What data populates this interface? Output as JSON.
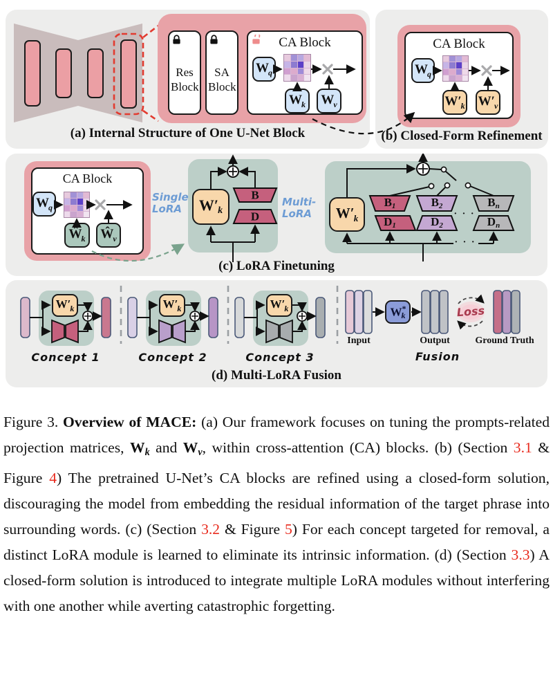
{
  "colors": {
    "panel_bg": "#ededec",
    "rose_container": "#e8a2a7",
    "pink_bar": "#eb9fa4",
    "unet_body": "#c9bcbc",
    "red_dashed": "#e23b30",
    "blue_box": "#d3e5f8",
    "orange_box": "#f8d7ab",
    "teal_box": "#abc8bc",
    "sage_panel": "#bccfc8",
    "periwinkle_box": "#8b9cd8",
    "trap_rose": "#c5607d",
    "trap_purple": "#c4a8d2",
    "trap_gray": "#b7b7b9",
    "lora_blue_text": "#6d9cd4",
    "loss_red": "#a93a4e",
    "loss_blob": "#f6ccd4",
    "citation_red": "#e8291c",
    "multiply_gray": "#a9a9ab",
    "green_dashed": "#7aa38d",
    "separator_gray": "#9b9fa3",
    "lock_closed": "#111111",
    "lock_open": "#ee8c8c"
  },
  "grid_palette": [
    "#e7cade",
    "#a191d6",
    "#b7a8e0",
    "#e2bad4",
    "#c6b4e6",
    "#8d7bd0",
    "#5b40c8",
    "#e9d5e7",
    "#d09fd0",
    "#dcabcd",
    "#9f8bd8",
    "#eedae9",
    "#eddaeb",
    "#caa4cd",
    "#d9afd3",
    "#f1e4f0"
  ],
  "labels": {
    "w_q": {
      "main": "W",
      "sub": "q"
    },
    "w_k": {
      "main": "W",
      "sub": "k"
    },
    "w_v": {
      "main": "W",
      "sub": "v"
    },
    "w_k_prime": {
      "main": "W′",
      "sub": "k"
    },
    "w_v_prime": {
      "main": "W′",
      "sub": "v"
    },
    "w_k_hat": {
      "main": "Ŵ",
      "sub": "k"
    },
    "w_v_hat": {
      "main": "Ŵ",
      "sub": "v"
    },
    "w_k_star": {
      "main": "W",
      "sup": "*",
      "sub": "k"
    },
    "b": "B",
    "d": "D",
    "b1": {
      "main": "B",
      "sub": "1"
    },
    "d1": {
      "main": "D",
      "sub": "1"
    },
    "b2": {
      "main": "B",
      "sub": "2"
    },
    "d2": {
      "main": "D",
      "sub": "2"
    },
    "bn": {
      "main": "B",
      "sub": "n"
    },
    "dn": {
      "main": "D",
      "sub": "n"
    },
    "dots": "· · ·"
  },
  "panel_a": {
    "caption": "(a) Internal Structure of One U-Net Block",
    "res_block": "Res Block",
    "sa_block": "SA Block",
    "ca_title": "CA Block"
  },
  "panel_b": {
    "caption": "(b) Closed-Form Refinement",
    "ca_title": "CA Block"
  },
  "panel_c": {
    "caption": "(c) LoRA Finetuning",
    "ca_title": "CA Block",
    "single_lora_line1": "Single",
    "single_lora_line2": "LoRA",
    "multi_lora_line1": "Multi-",
    "multi_lora_line2": "LoRA"
  },
  "panel_d": {
    "caption": "(d) Multi-LoRA Fusion",
    "concepts": [
      {
        "label": "Concept 1",
        "bar_in": "#dcb9cb",
        "bar_out": "#c9788f",
        "lora": "#c5607d"
      },
      {
        "label": "Concept 2",
        "bar_in": "#d9d0e6",
        "bar_out": "#b795c6",
        "lora": "#b99fcb"
      },
      {
        "label": "Concept 3",
        "bar_in": "#d7d9da",
        "bar_out": "#a9aeb0",
        "lora": "#a8acae"
      }
    ],
    "fusion": {
      "label": "Fusion",
      "input_label": "Input",
      "output_label": "Output",
      "ground_truth_label": "Ground Truth",
      "loss_label": "Loss",
      "input_bars": [
        "#e6c9d7",
        "#ddd2e4",
        "#dcdddd"
      ],
      "output_bars": [
        "#bfc2c6",
        "#c3c6ca",
        "#bfc2c6"
      ],
      "ground_truth_bars": [
        "#c56f89",
        "#b79ac3",
        "#aeb3b5"
      ]
    }
  },
  "caption": {
    "segments": [
      {
        "style": "normal",
        "text": "Figure 3. "
      },
      {
        "style": "bold",
        "text": "Overview of MACE:"
      },
      {
        "style": "normal",
        "text": " (a) Our framework focuses on tuning the prompts-related projection matrices, "
      },
      {
        "style": "mathbold",
        "text": "W"
      },
      {
        "style": "mathsub",
        "text": "k"
      },
      {
        "style": "normal",
        "text": " and "
      },
      {
        "style": "mathbold",
        "text": "W"
      },
      {
        "style": "mathsub",
        "text": "v"
      },
      {
        "style": "normal",
        "text": ", within cross-attention (CA) blocks. (b) (Section "
      },
      {
        "style": "link",
        "text": "3.1"
      },
      {
        "style": "normal",
        "text": " & Figure "
      },
      {
        "style": "link",
        "text": "4"
      },
      {
        "style": "normal",
        "text": ") The pretrained U-Net’s CA blocks are refined using a closed-form solution, discouraging the model from embedding the residual information of the target phrase into surrounding words. (c) (Section "
      },
      {
        "style": "link",
        "text": "3.2"
      },
      {
        "style": "normal",
        "text": " & Figure "
      },
      {
        "style": "link",
        "text": "5"
      },
      {
        "style": "normal",
        "text": ") For each concept targeted for removal, a distinct LoRA module is learned to eliminate its intrinsic information. (d) (Section "
      },
      {
        "style": "link",
        "text": "3.3"
      },
      {
        "style": "normal",
        "text": ") A closed-form solution is introduced to integrate multiple LoRA modules without interfering with one another while averting catastrophic forgetting."
      }
    ]
  }
}
